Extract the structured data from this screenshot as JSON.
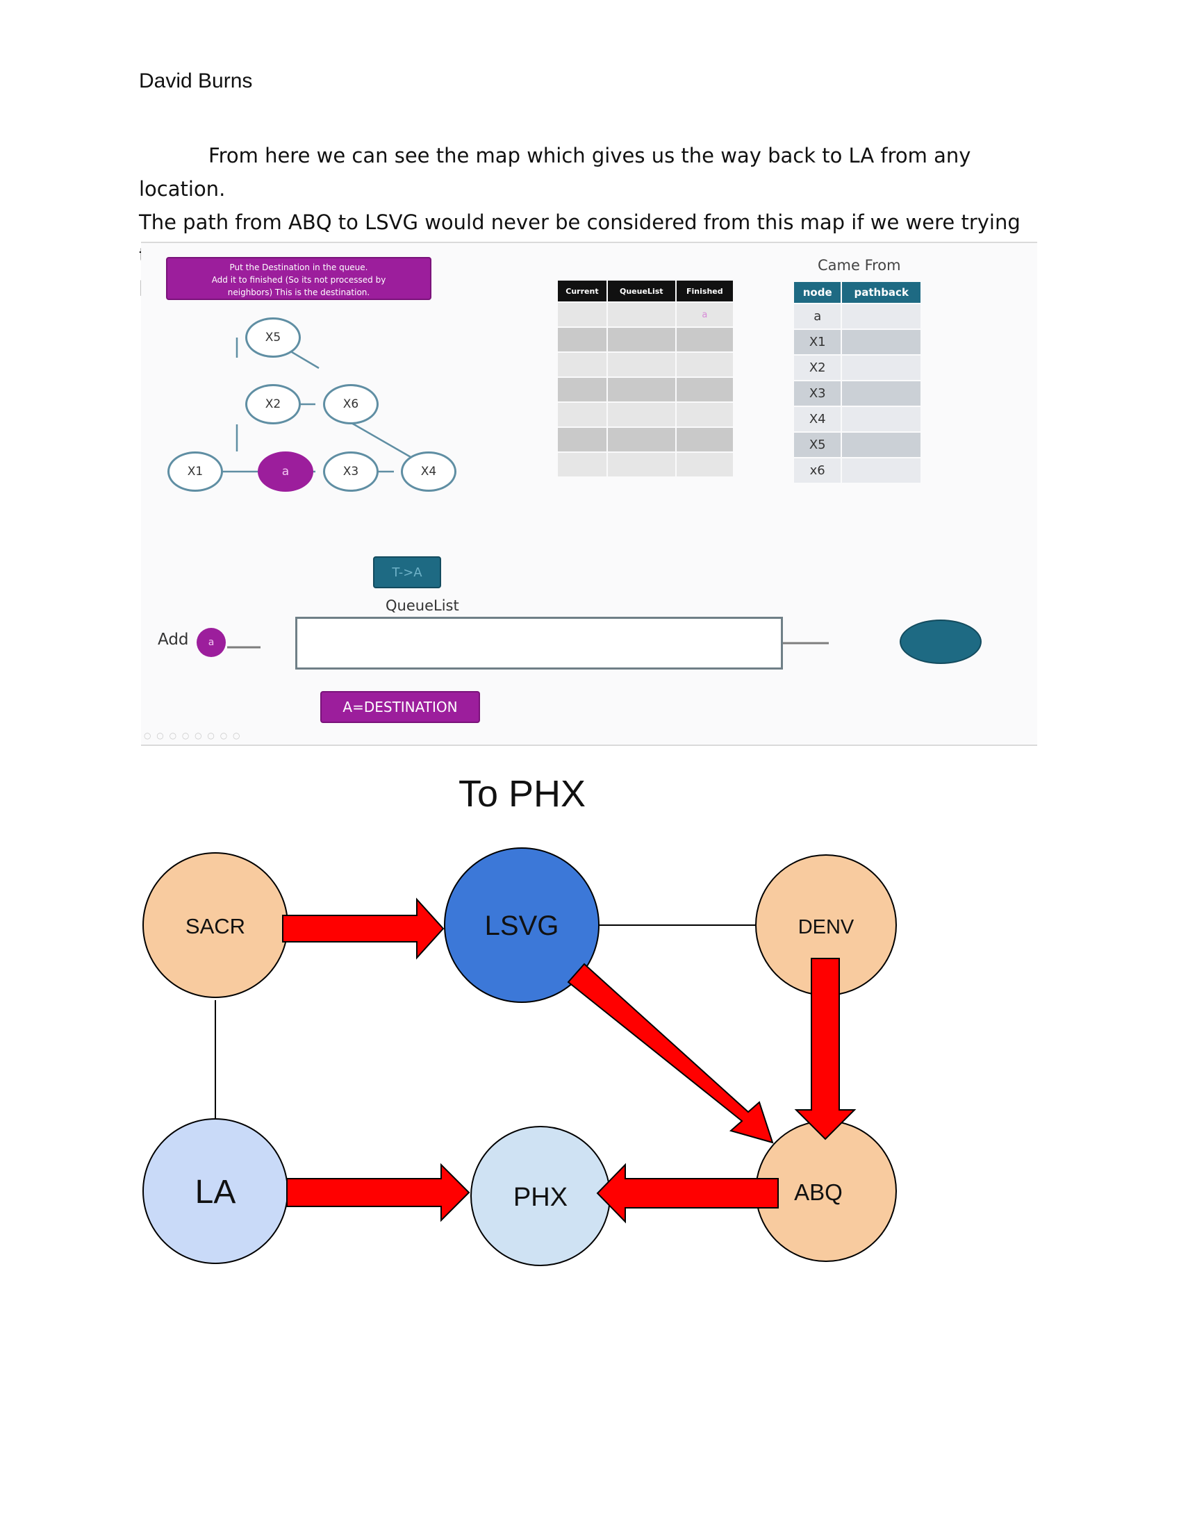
{
  "author": "David Burns",
  "paragraph": [
    "From here we can see the map which gives us the way back to LA from any location.",
    "The path from ABQ to LSVG would never be considered from this map if we were trying to return to LA. Here are a few extra outputs of this same algorithm but for other locations."
  ],
  "slide": {
    "instruction_lines": [
      "Put the Destination in the queue.",
      "Add it to finished (So its not processed by",
      "neighbors) This is the destination."
    ],
    "graph_nodes": [
      "X5",
      "X2",
      "X6",
      "X1",
      "a",
      "X3",
      "X4"
    ],
    "queue_table": {
      "headers": [
        "Current",
        "QueueList",
        "Finished"
      ],
      "first_row": [
        "",
        "",
        "a"
      ]
    },
    "came_from": {
      "title": "Came From",
      "headers": [
        "node",
        "pathback"
      ],
      "rows": [
        "a",
        "X1",
        "X2",
        "X3",
        "X4",
        "X5",
        "x6"
      ]
    },
    "button_transfer": "T->A",
    "queue_label": "QueueList",
    "add_label": "Add",
    "add_token": "a",
    "button_destination": "A=DESTINATION",
    "colors": {
      "purple": "#9c1e9c",
      "teal": "#1e6a83"
    }
  },
  "route_map": {
    "title": "To PHX",
    "nodes": {
      "sacr": "SACR",
      "lsvg": "LSVG",
      "denv": "DENV",
      "la": "LA",
      "phx": "PHX",
      "abq": "ABQ"
    },
    "colors": {
      "orange": "#f8cb9f",
      "blue": "#3c78d8",
      "light_blue": "#c9daf8",
      "pale_blue": "#cfe2f3",
      "arrow": "#ff0000"
    }
  }
}
